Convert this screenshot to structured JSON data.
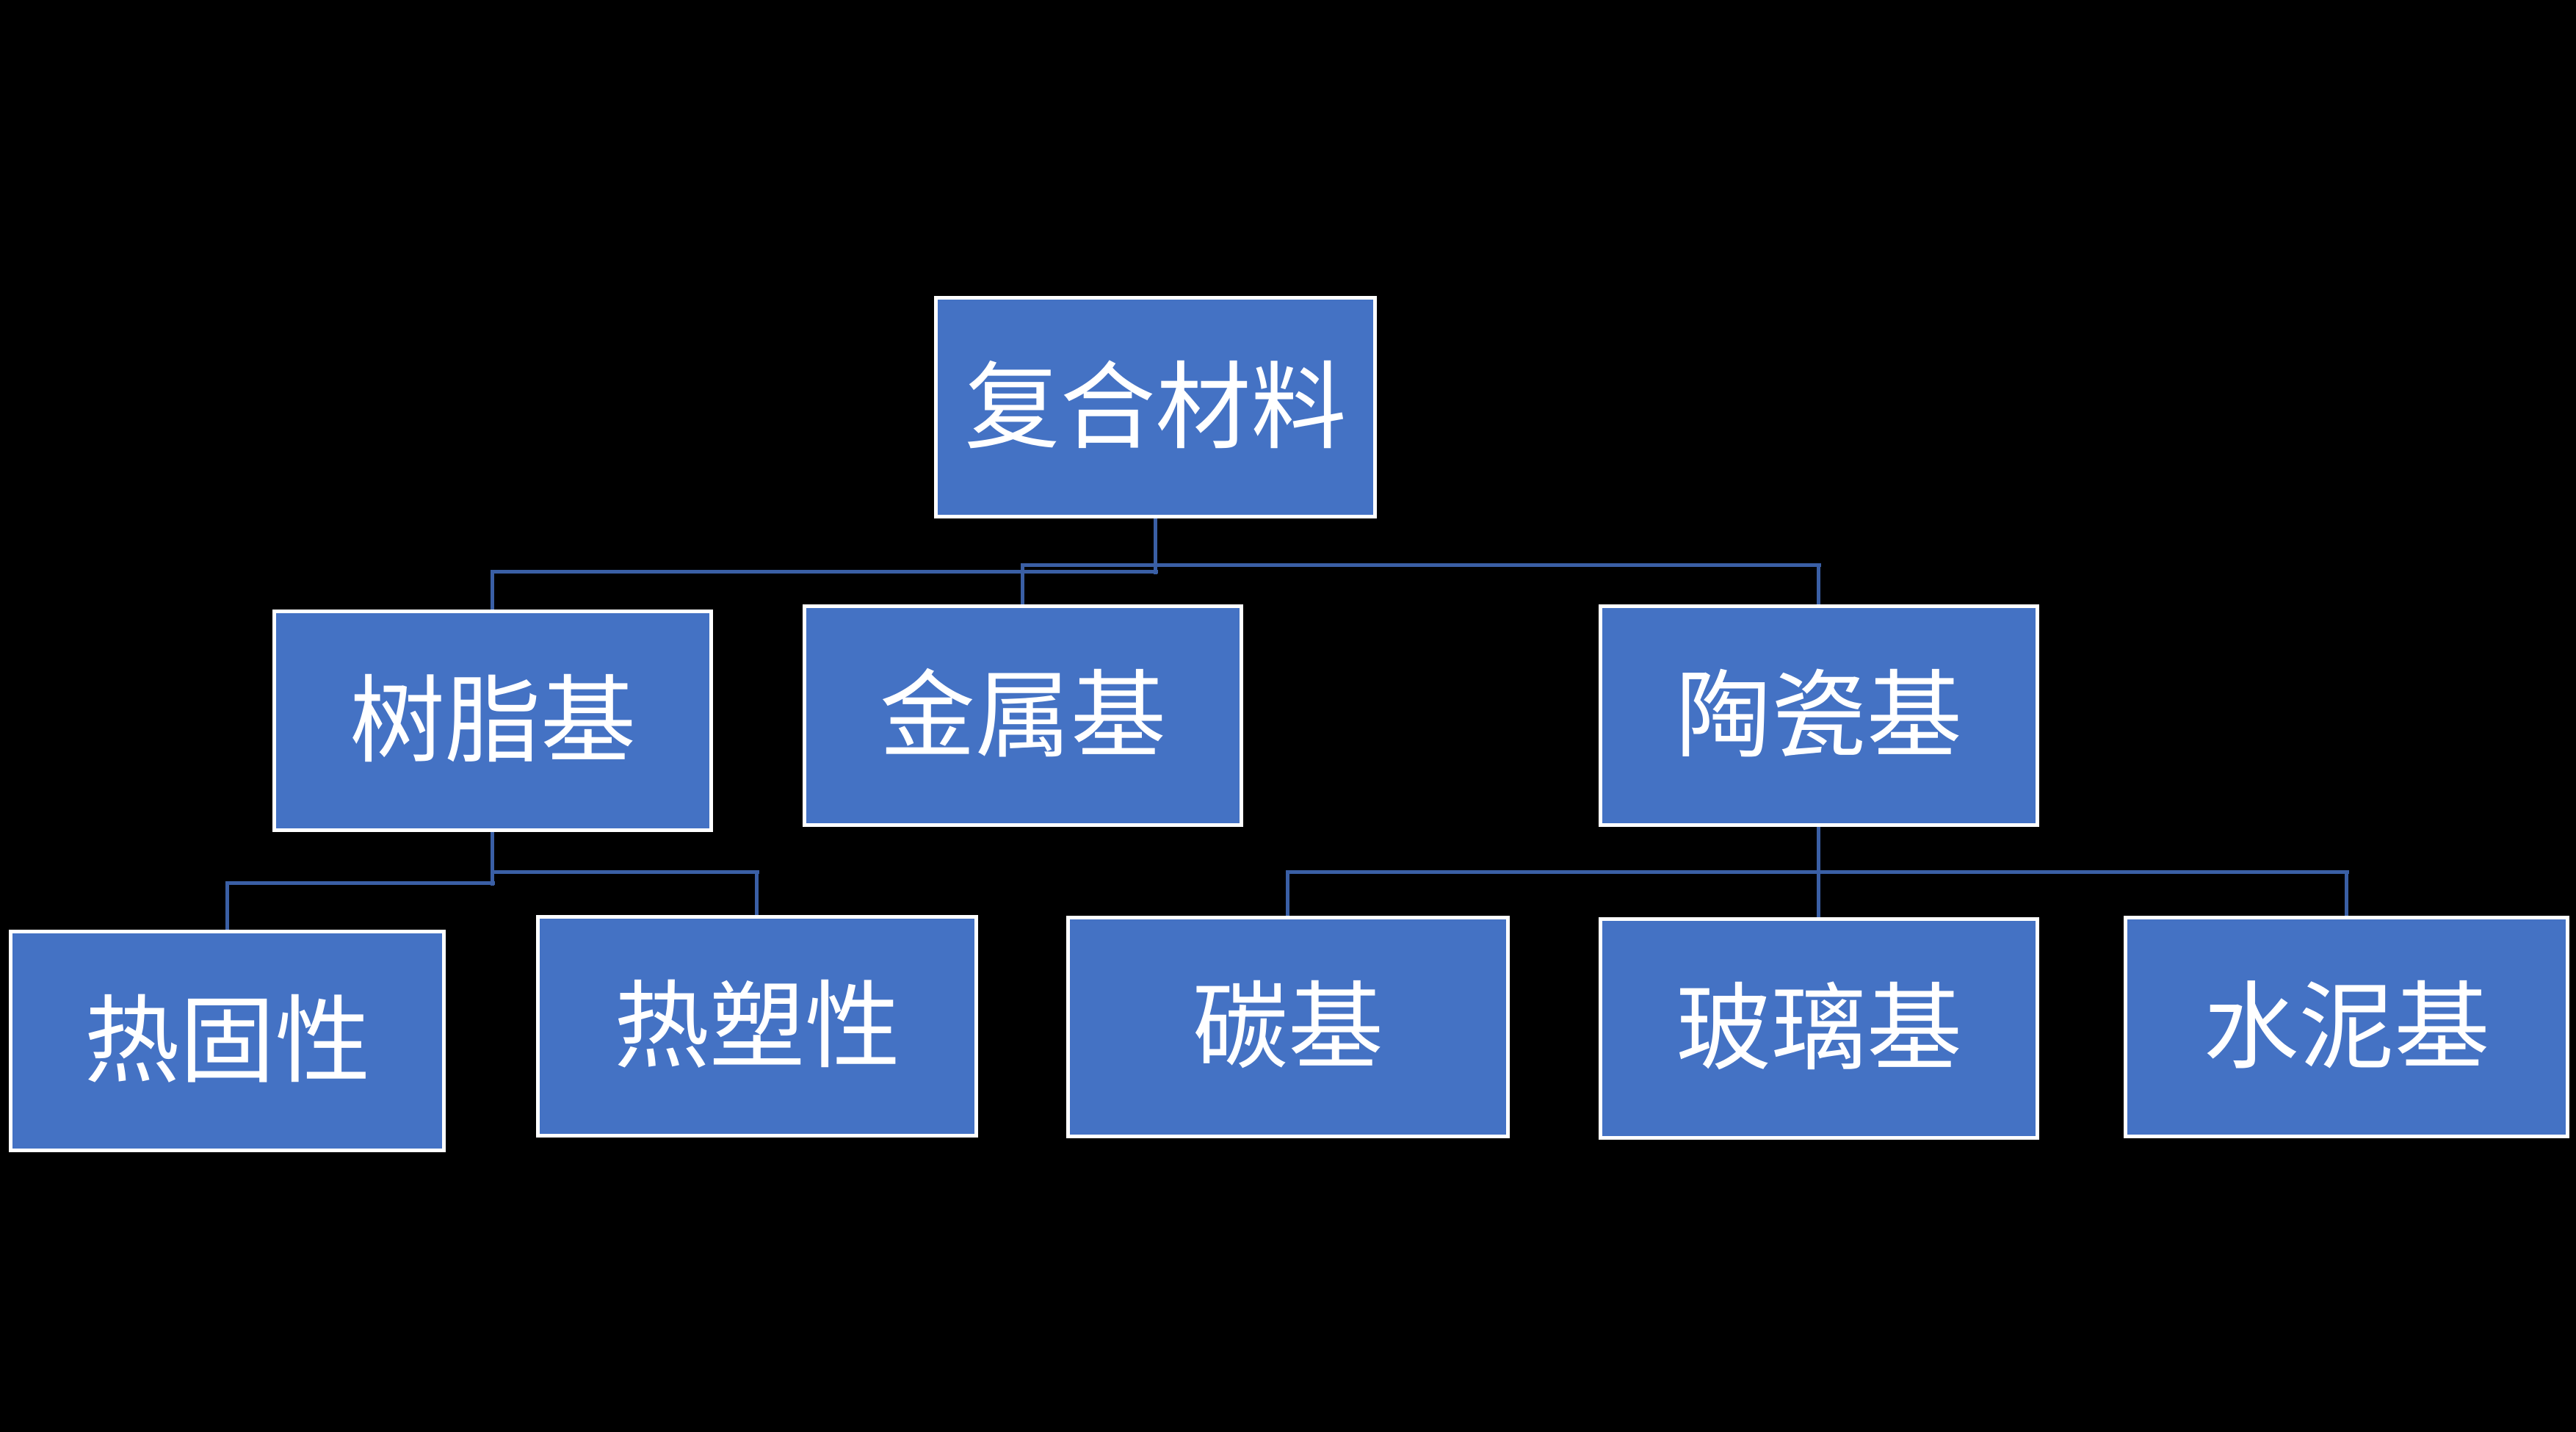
{
  "diagram": {
    "type": "org-chart",
    "colors": {
      "background": "#000000",
      "node_fill": "#4472C4",
      "node_border": "#FFFFFF",
      "node_text": "#FFFFFF",
      "connector": "#3A5FA5"
    },
    "nodes": {
      "root": {
        "label": "复合材料"
      },
      "resin": {
        "label": "树脂基"
      },
      "metal": {
        "label": "金属基"
      },
      "ceramic": {
        "label": "陶瓷基"
      },
      "thermoset": {
        "label": "热固性"
      },
      "thermoplastic": {
        "label": "热塑性"
      },
      "carbon": {
        "label": "碳基"
      },
      "glass": {
        "label": "玻璃基"
      },
      "cement": {
        "label": "水泥基"
      }
    },
    "edges": [
      {
        "from": "复合材料",
        "to": "树脂基"
      },
      {
        "from": "复合材料",
        "to": "金属基"
      },
      {
        "from": "复合材料",
        "to": "陶瓷基"
      },
      {
        "from": "树脂基",
        "to": "热固性"
      },
      {
        "from": "树脂基",
        "to": "热塑性"
      },
      {
        "from": "陶瓷基",
        "to": "碳基"
      },
      {
        "from": "陶瓷基",
        "to": "玻璃基"
      },
      {
        "from": "陶瓷基",
        "to": "水泥基"
      }
    ]
  }
}
